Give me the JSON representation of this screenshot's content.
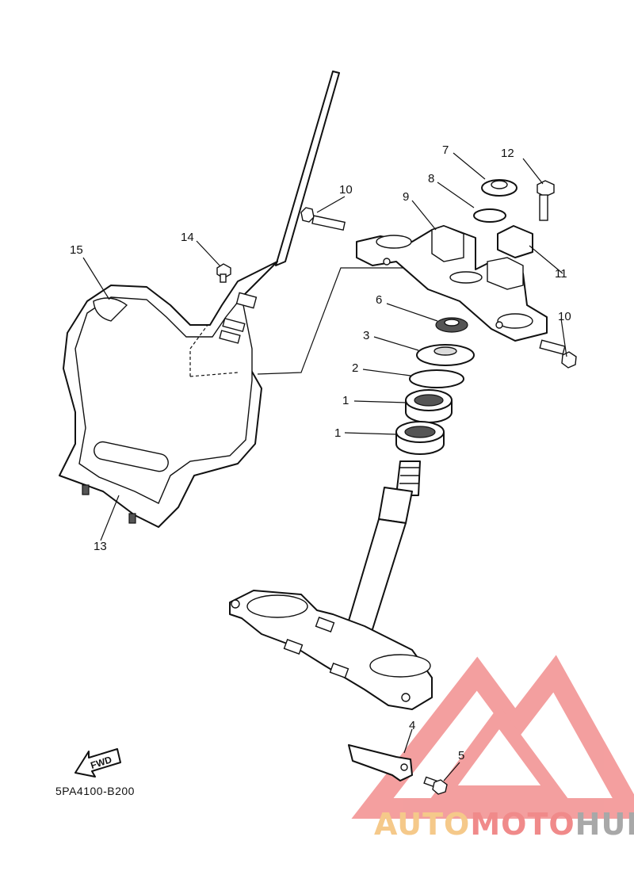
{
  "diagram": {
    "callouts": {
      "c1a": "1",
      "c1b": "1",
      "c2": "2",
      "c3": "3",
      "c4": "4",
      "c5": "5",
      "c6": "6",
      "c7": "7",
      "c8": "8",
      "c9": "9",
      "c10a": "10",
      "c10b": "10",
      "c11": "11",
      "c12": "12",
      "c13": "13",
      "c14": "14",
      "c15": "15"
    },
    "fwd_label": "FWD",
    "drawing_code": "5PA4100-B200"
  },
  "watermark": {
    "part1": "AUTO",
    "part2": "MOTO",
    "part3": "HUB",
    "color1": "#f5c98a",
    "color2": "#f08a8a",
    "color3": "#a8a8a8"
  }
}
